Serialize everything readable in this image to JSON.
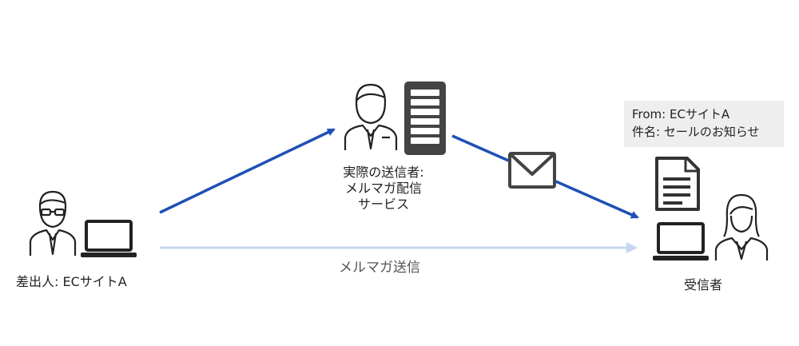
{
  "sender": {
    "label": "差出人: ECサイトA"
  },
  "actual_sender": {
    "lines": [
      "実際の送信者:",
      "メルマガ配信",
      "サービス"
    ]
  },
  "receiver": {
    "label": "受信者"
  },
  "mail_flow": {
    "label": "メルマガ送信"
  },
  "email_header": {
    "from": "From: ECサイトA",
    "subject": "件名: セールのお知らせ"
  },
  "colors": {
    "arrow_blue": "#1f4fb5",
    "arrow_light": "#c5d7f0",
    "icon": "#222222",
    "server": "#444444",
    "header_bg": "#eeeeee"
  },
  "icons": [
    "man-with-glasses-icon",
    "laptop-icon",
    "man-icon",
    "server-icon",
    "envelope-icon",
    "document-icon",
    "laptop-icon",
    "woman-icon"
  ]
}
